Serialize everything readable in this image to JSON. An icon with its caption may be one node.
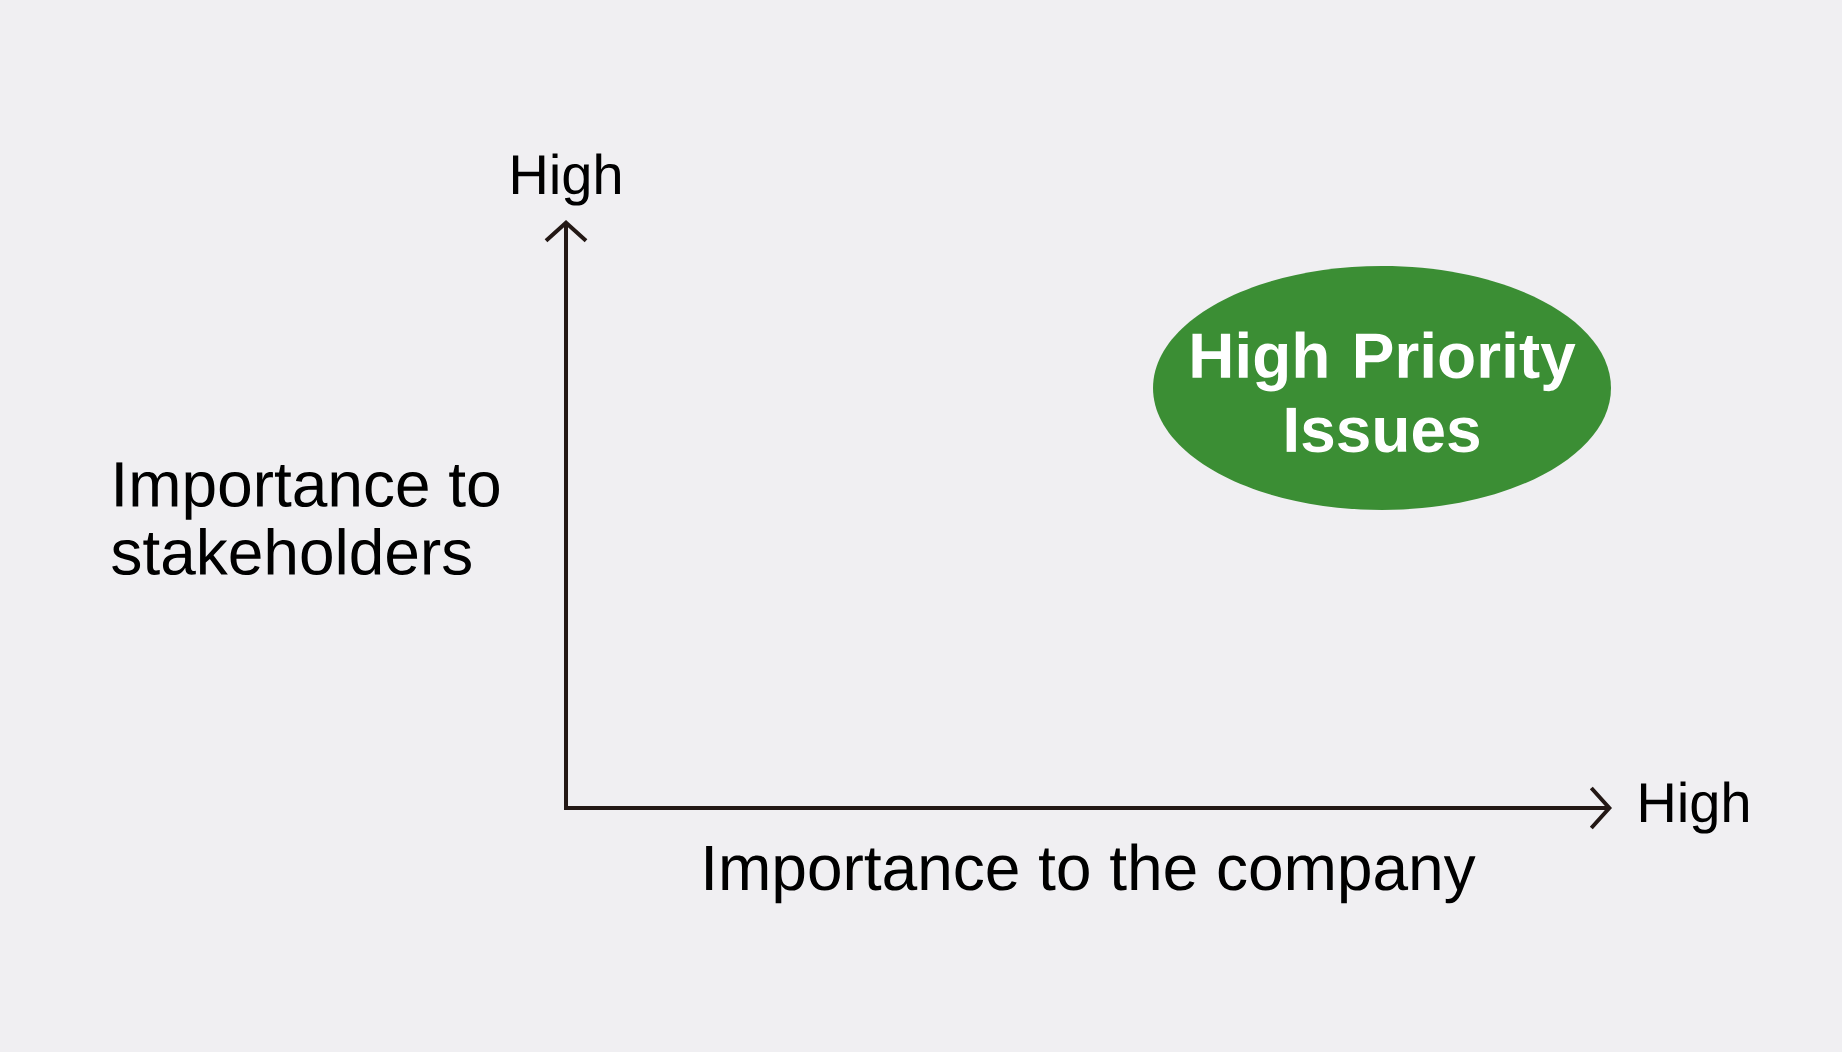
{
  "diagram": {
    "nodes": [
      {
        "text": [
          "High Priority Issues"
        ]
      }
    ],
    "labels": [
      "High",
      "Importance to stakeholders",
      "High",
      "Importance to the company"
    ]
  }
}
